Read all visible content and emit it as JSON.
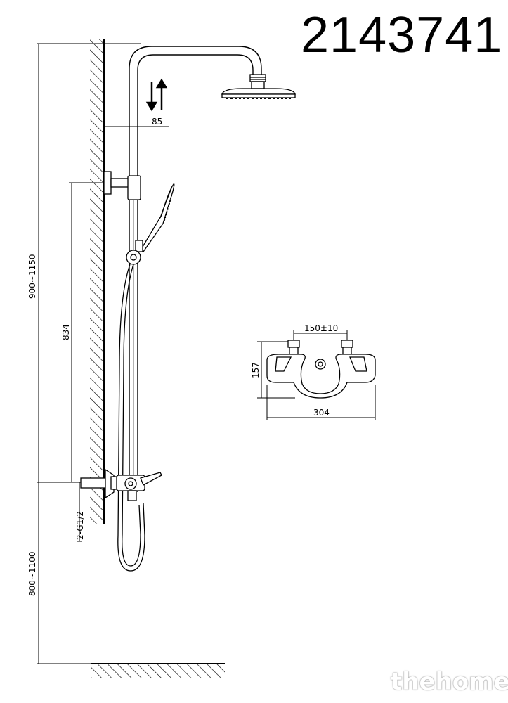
{
  "title": "2143741",
  "dimensions": {
    "head_offset": "85",
    "total_height": "900~1150",
    "holder_height": "834",
    "mixer_height": "800~1100",
    "connection": "2-G1/2",
    "center_distance": "150±10",
    "mixer_depth": "157",
    "mixer_width": "304"
  },
  "watermark": "thehome"
}
